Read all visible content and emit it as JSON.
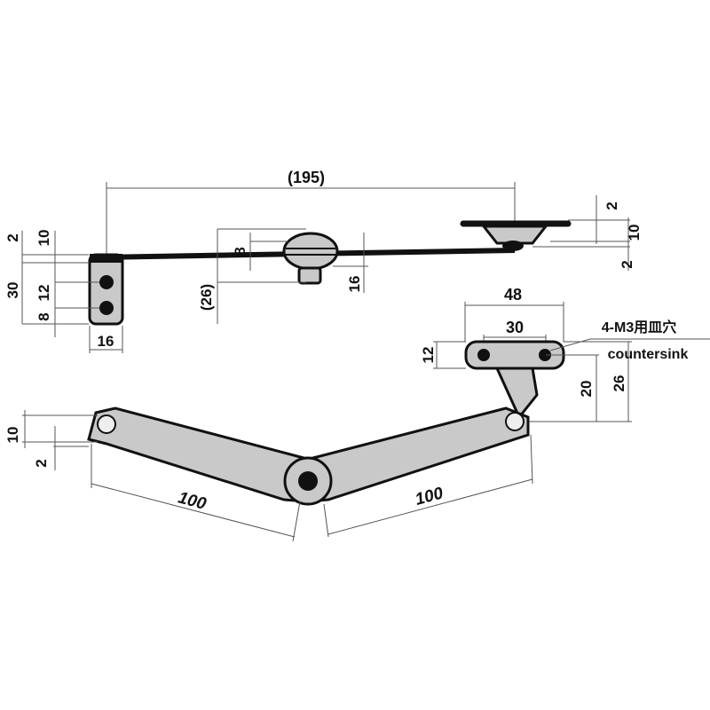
{
  "top_view": {
    "overall_length": "(195)",
    "bracket_top_offset": "2",
    "bracket_thickness": "10",
    "bracket_height": "30",
    "hole_pitch": "12",
    "hole_bottom_offset": "8",
    "bracket_width": "16",
    "knob_offset": "8",
    "knob_height": "(26)",
    "knob_depth": "16",
    "mount_top": "2",
    "mount_thickness": "10",
    "mount_bottom": "2"
  },
  "plate_view": {
    "plate_width": "48",
    "hole_spacing": "30",
    "note_jp": "4-M3用皿穴",
    "note_en": "countersink",
    "plate_height": "12",
    "pivot_offset": "20",
    "total_height": "26"
  },
  "arm_view": {
    "end_height": "10",
    "end_offset": "2",
    "left_arm_length": "100",
    "right_arm_length": "100"
  }
}
